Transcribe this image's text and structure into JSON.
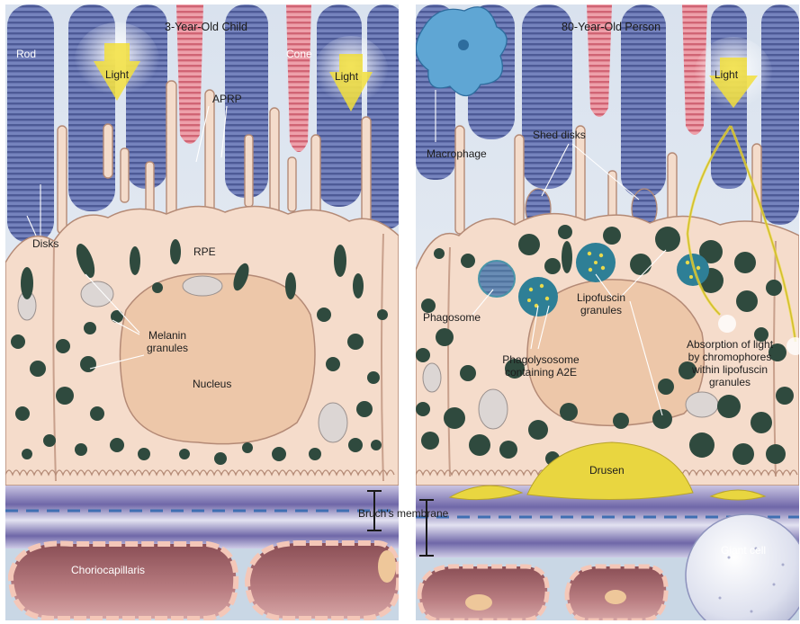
{
  "panels": {
    "left_title": "3-Year-Old Child",
    "right_title": "80-Year-Old Person"
  },
  "labels": {
    "rod": "Rod",
    "cone": "Cone",
    "light_left_1": "Light",
    "light_left_2": "Light",
    "light_right": "Light",
    "aprp": "APRP",
    "disks": "Disks",
    "rpe": "RPE",
    "melanin": "Melanin\ngranules",
    "nucleus": "Nucleus",
    "bruchs": "Bruch's membrane",
    "choriocapillaris": "Choriocapillaris",
    "macrophage": "Macrophage",
    "shed_disks": "Shed disks",
    "phagosome": "Phagosome",
    "phagolysosome": "Phagolysosome\ncontaining A2E",
    "lipofuscin": "Lipofuscin\ngranules",
    "absorption": "Absorption of light\nby chromophores\nwithin lipofuscin\ngranules",
    "drusen": "Drusen",
    "giant_cell": "Giant cell"
  },
  "colors": {
    "rod": "#6f7fb8",
    "cone": "#e58a98",
    "rpe": "#f5dccb",
    "melanin": "#2f4a3e",
    "light": "#f2df3c",
    "drusen": "#e9d640",
    "bruch": "#8e86bd",
    "phagosome": "#3c8fa6"
  }
}
